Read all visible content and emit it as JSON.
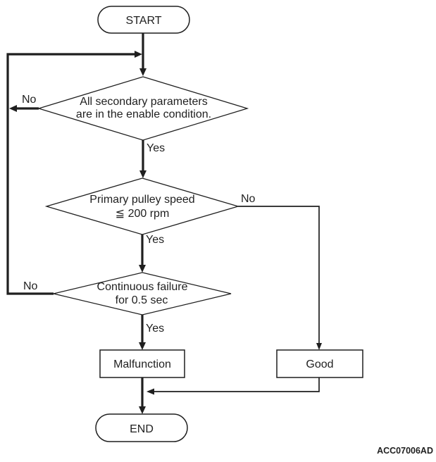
{
  "colors": {
    "line": "#1f1f1f",
    "bg": "#ffffff"
  },
  "nodes": {
    "start": {
      "label": "START"
    },
    "secondary": {
      "line1": "All secondary parameters",
      "line2": "are in the enable condition."
    },
    "pulley": {
      "line1": "Primary pulley speed",
      "line2": "≦ 200 rpm"
    },
    "failure": {
      "line1": "Continuous failure",
      "line2": "for 0.5 sec"
    },
    "malfunction": {
      "label": "Malfunction"
    },
    "good": {
      "label": "Good"
    },
    "end": {
      "label": "END"
    }
  },
  "edge_labels": {
    "secondary_no": "No",
    "secondary_yes": "Yes",
    "pulley_no": "No",
    "pulley_yes": "Yes",
    "failure_no": "No",
    "failure_yes": "Yes"
  },
  "figure_code": "ACC07006AD"
}
